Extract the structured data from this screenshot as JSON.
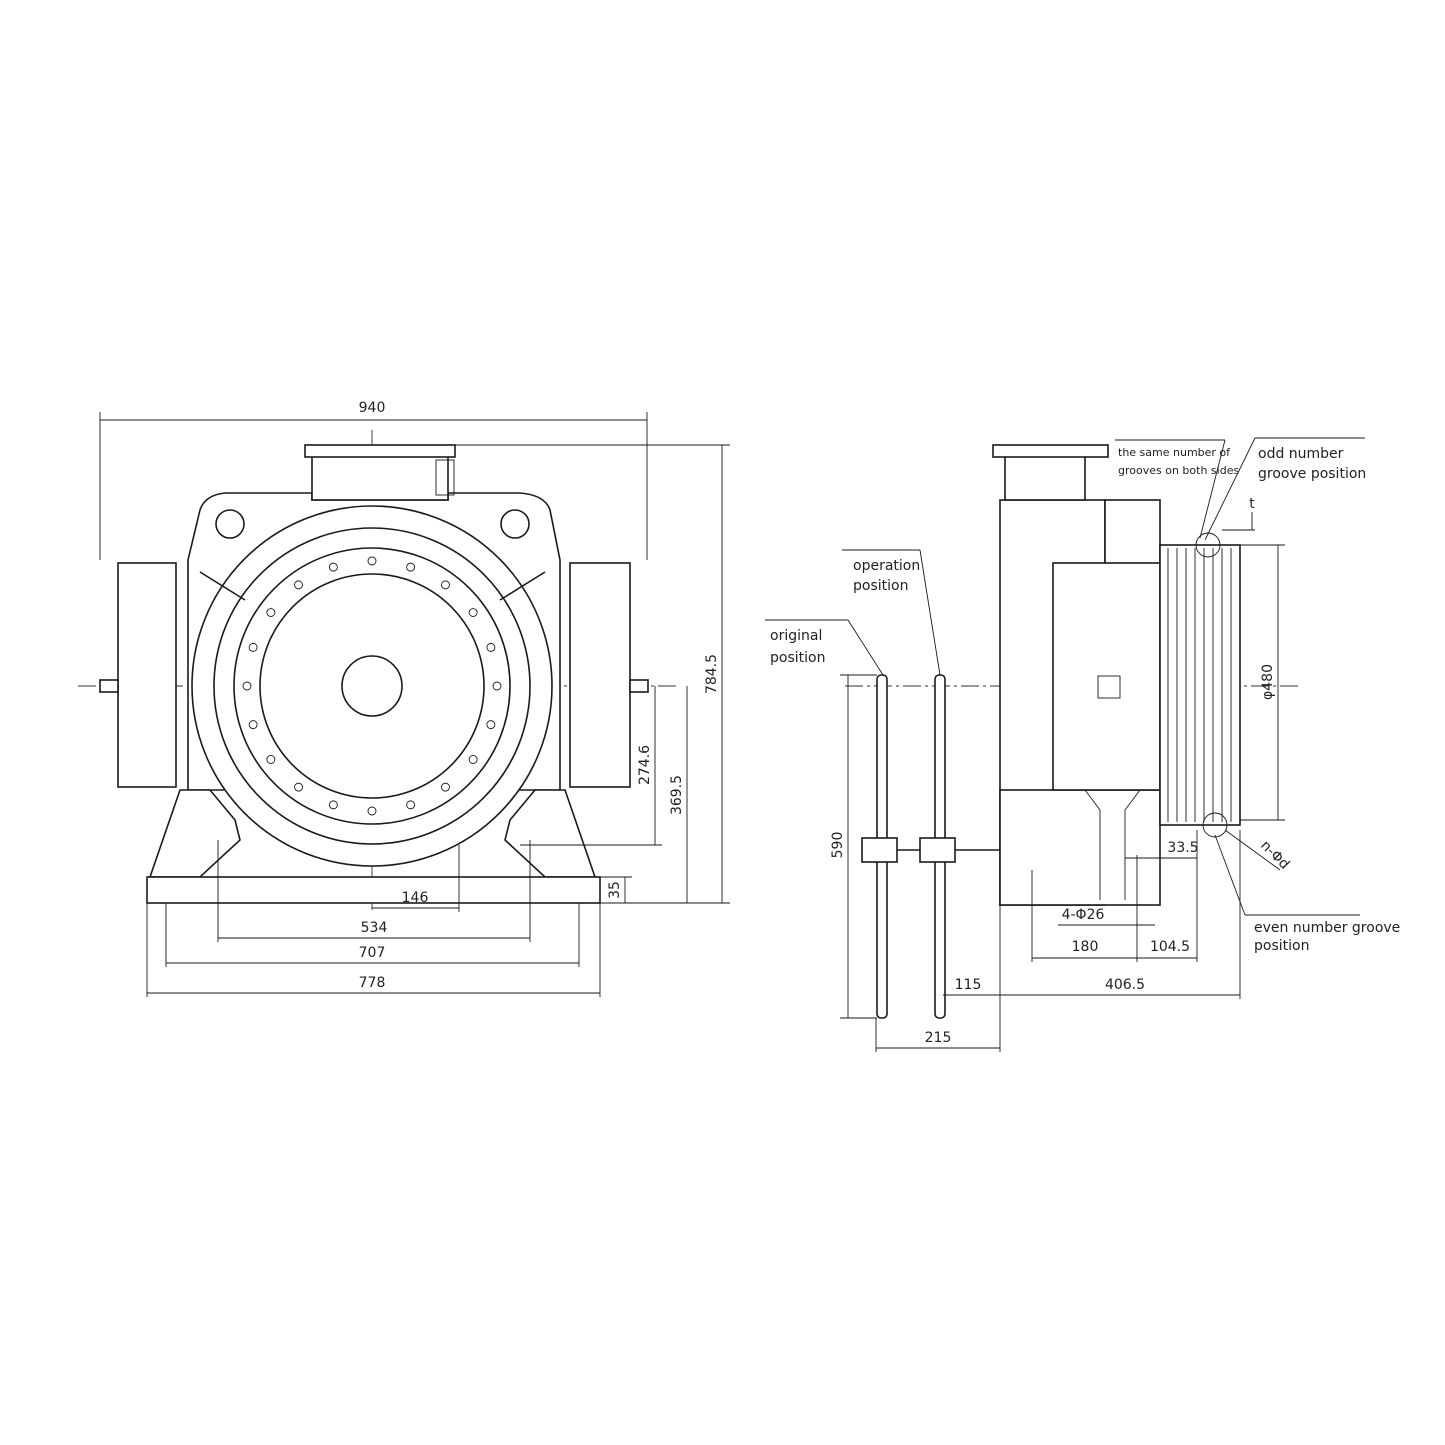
{
  "front_view": {
    "dimensions": {
      "overall_width": "940",
      "overall_height": "784.5",
      "center_height_1": "369.5",
      "center_height_2": "274.6",
      "base_thickness": "35",
      "offset": "146",
      "bolt_span_inner": "534",
      "bolt_span_outer": "707",
      "base_width": "778"
    }
  },
  "side_view": {
    "dimensions": {
      "handwheel_diameter": "590",
      "handwheel_travel": "215",
      "handwheel_offset": "115",
      "depth": "406.5",
      "bolt_spacing": "180",
      "bolt_to_sheave": "104.5",
      "groove_offset": "33.5",
      "sheave_diameter": "φ480",
      "bolt_holes": "4-Φ26",
      "groove_pitch": "t",
      "groove_count": "n-Φd"
    },
    "notes": {
      "original_position": [
        "original",
        "position"
      ],
      "operation_position": [
        "operation",
        "position"
      ],
      "same_grooves": [
        "the same number of",
        "grooves on both sides"
      ],
      "odd_groove": [
        "odd number",
        "groove position"
      ],
      "even_groove": [
        "even number groove",
        "position"
      ]
    }
  }
}
